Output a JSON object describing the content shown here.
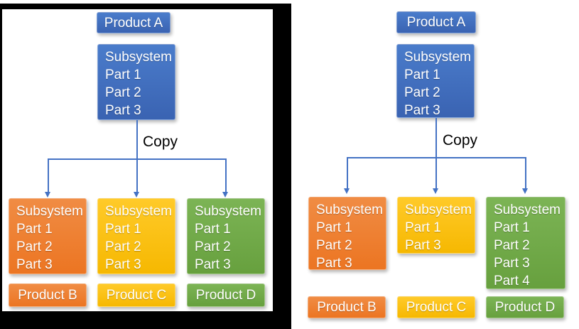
{
  "colors": {
    "blue": "#3A6BBE",
    "orange": "#ED7D31",
    "yellow": "#FFC000",
    "green": "#70AD47",
    "connector": "#4472C4",
    "frame": "#000000"
  },
  "left_diagram": {
    "product_a": "Product A",
    "source_subsystem": {
      "title": "Subsystem",
      "parts": [
        "Part 1",
        "Part 2",
        "Part 3"
      ]
    },
    "copy_label": "Copy",
    "branches": [
      {
        "name": "orange",
        "subsystem": {
          "title": "Subsystem",
          "parts": [
            "Part 1",
            "Part 2",
            "Part 3"
          ]
        },
        "product": "Product B"
      },
      {
        "name": "yellow",
        "subsystem": {
          "title": "Subsystem",
          "parts": [
            "Part 1",
            "Part 2",
            "Part 3"
          ]
        },
        "product": "Product C"
      },
      {
        "name": "green",
        "subsystem": {
          "title": "Subsystem",
          "parts": [
            "Part 1",
            "Part 2",
            "Part 3"
          ]
        },
        "product": "Product D"
      }
    ]
  },
  "right_diagram": {
    "product_a": "Product A",
    "source_subsystem": {
      "title": "Subsystem",
      "parts": [
        "Part 1",
        "Part 2",
        "Part 3"
      ]
    },
    "copy_label": "Copy",
    "branches": [
      {
        "name": "orange",
        "subsystem": {
          "title": "Subsystem",
          "parts": [
            "Part 1",
            "Part 2",
            "Part 3"
          ]
        },
        "product": "Product B"
      },
      {
        "name": "yellow",
        "subsystem": {
          "title": "Subsystem",
          "parts": [
            "Part 1",
            "Part 3"
          ]
        },
        "product": "Product C"
      },
      {
        "name": "green",
        "subsystem": {
          "title": "Subsystem",
          "parts": [
            "Part 1",
            "Part 2",
            "Part 3",
            "Part 4"
          ]
        },
        "product": "Product D"
      }
    ]
  }
}
